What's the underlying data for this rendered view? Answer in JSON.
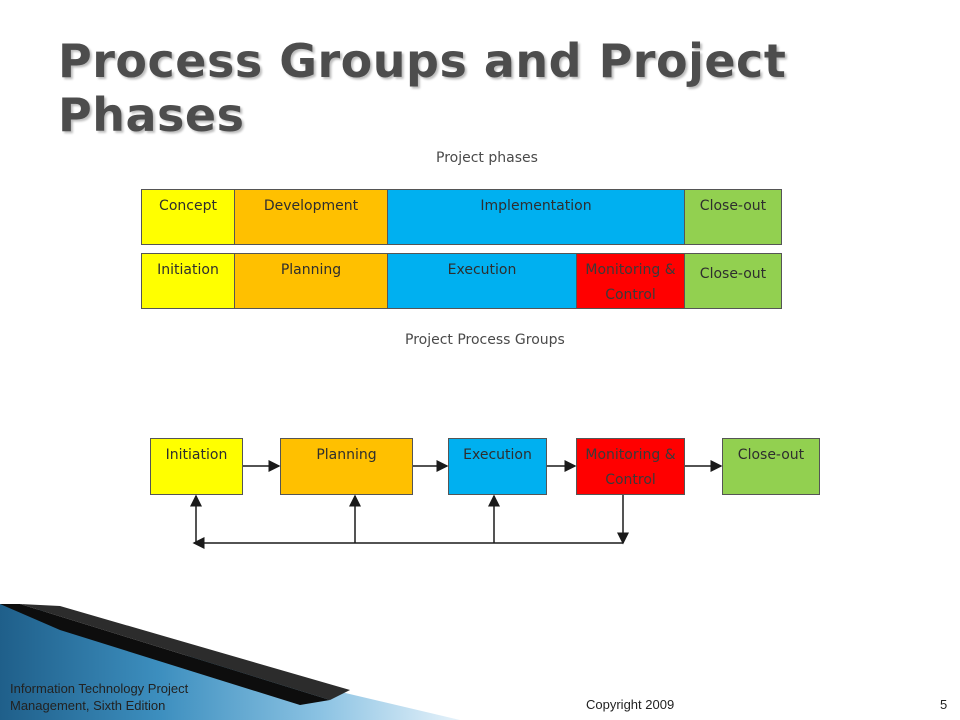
{
  "slide": {
    "title": "Process Groups and Project Phases"
  },
  "diagram": {
    "phases_label": "Project phases",
    "phases": [
      "Concept",
      "Development",
      "Implementation",
      "Close-out"
    ],
    "process_groups_row": [
      "Initiation",
      "Planning",
      "Execution",
      "Monitoring & Control",
      "Close-out"
    ],
    "process_groups_label": "Project Process Groups",
    "flow": [
      "Initiation",
      "Planning",
      "Execution",
      "Monitoring & Control",
      "Close-out"
    ]
  },
  "footer": {
    "book_line1": "Information Technology Project",
    "book_line2": "Management, Sixth Edition",
    "copyright": "Copyright 2009",
    "page_number": "5"
  },
  "colors": {
    "yellow": "#ffff00",
    "orange": "#ffc000",
    "blue": "#00b0f0",
    "red": "#ff0000",
    "green": "#92d050",
    "title_gray": "#4d4d4d"
  }
}
